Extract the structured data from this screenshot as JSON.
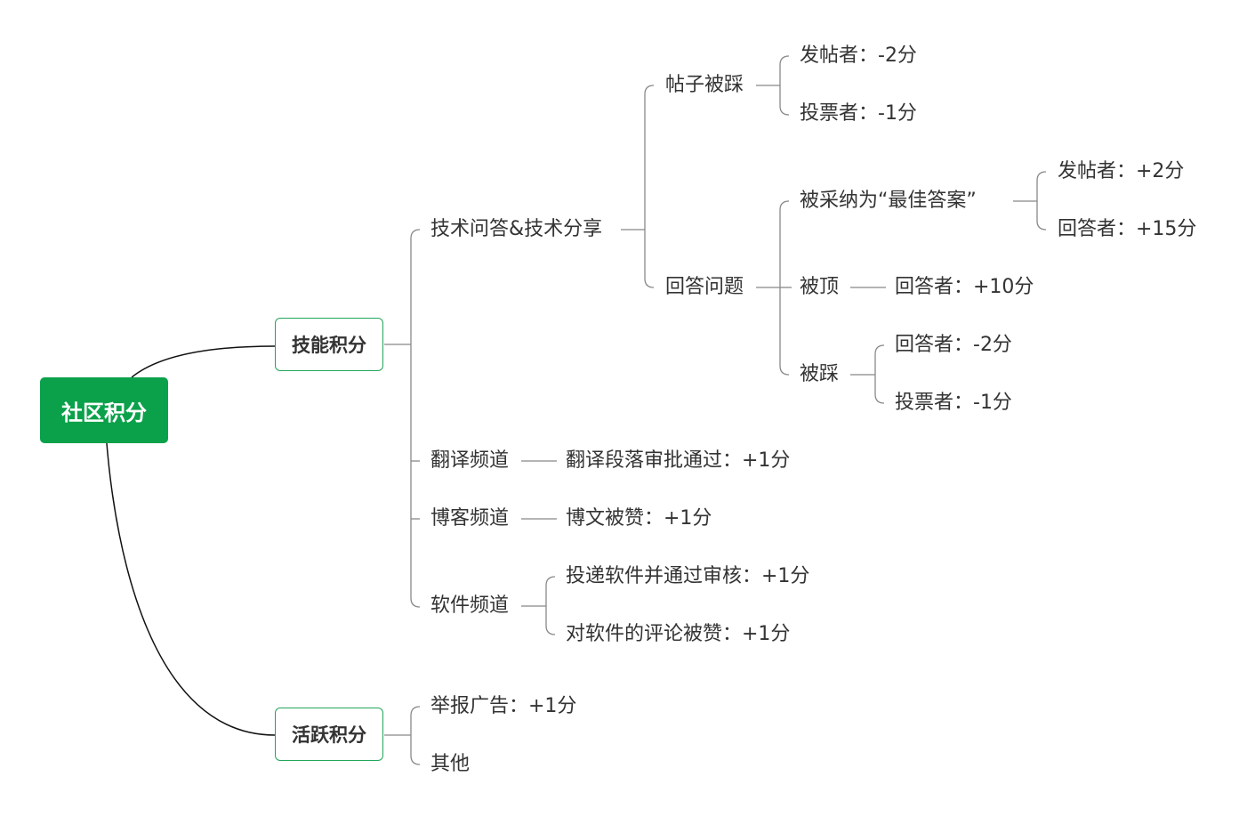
{
  "root": {
    "label": "社区积分"
  },
  "skill": {
    "label": "技能积分",
    "tech": {
      "label": "技术问答&技术分享",
      "downvoted": {
        "label": "帖子被踩",
        "poster": "发帖者：-2分",
        "voter": "投票者：-1分"
      },
      "answer": {
        "label": "回答问题",
        "best": {
          "label": "被采纳为“最佳答案”",
          "poster": "发帖者：+2分",
          "answerer": "回答者：+15分"
        },
        "upvoted": {
          "label": "被顶",
          "answerer": "回答者：+10分"
        },
        "down": {
          "label": "被踩",
          "answerer": "回答者：-2分",
          "voter": "投票者：-1分"
        }
      }
    },
    "translate": {
      "label": "翻译频道",
      "item": "翻译段落审批通过：+1分"
    },
    "blog": {
      "label": "博客频道",
      "item": "博文被赞：+1分"
    },
    "software": {
      "label": "软件频道",
      "submit": "投递软件并通过审核：+1分",
      "comment": "对软件的评论被赞：+1分"
    }
  },
  "active": {
    "label": "活跃积分",
    "report": "举报广告：+1分",
    "other": "其他"
  },
  "colors": {
    "root_fill": "#0ba14a",
    "main_border": "#22a65a",
    "connector": "#888888",
    "root_connector": "#111111",
    "text": "#333333"
  }
}
